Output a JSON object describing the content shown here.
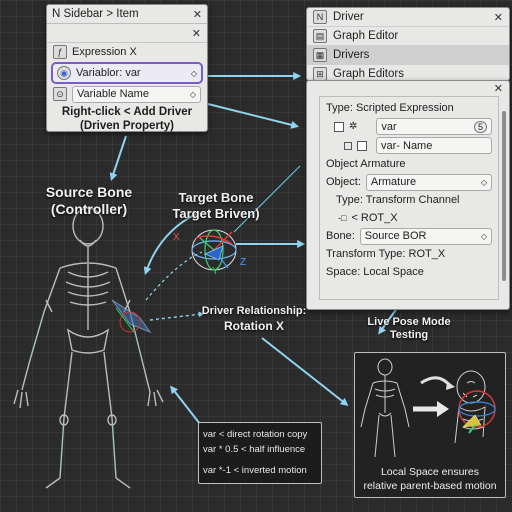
{
  "colors": {
    "accent_purple": "#7a5cc8",
    "arrow_cyan": "#8fd3ee",
    "cyan_lines": "#5fd0e6"
  },
  "sidebar_panel": {
    "title": "N Sidebar > Item",
    "expression_label": "Expression X",
    "variable_field": "Variablor: var",
    "variable_name_field": "Variable Name",
    "note_line1": "Right-click < Add Driver",
    "note_line2": "(Driven Property)"
  },
  "menu_panel": {
    "items": [
      {
        "label": "Driver",
        "icon": "n-icon"
      },
      {
        "label": "Graph Editor",
        "icon": "graph-editor-icon"
      },
      {
        "label": "Drivers",
        "icon": "drivers-icon"
      },
      {
        "label": "Graph Editors",
        "icon": "grid-icon"
      }
    ]
  },
  "driver_panel": {
    "type_label": "Type: Scripted Expression",
    "var_field": "var",
    "var_badge": "5",
    "var_name_field": "var- Name",
    "object_armature_label": "Object Armature",
    "object_label": "Object:",
    "object_value": "Armature",
    "type_transform": "Type: Transform Channel",
    "rot_x": "< ROT_X",
    "bone_label": "Bone:",
    "bone_value": "Source BOR",
    "transform_type": "Transform Type: ROT_X",
    "space": "Space: Local Space"
  },
  "labels": {
    "source_bone_1": "Source Bone",
    "source_bone_2": "(Controller)",
    "target_bone_1": "Target Bone",
    "target_bone_2": "Target Briven)",
    "driver_rel_1": "Driver Relationship:",
    "driver_rel_2": "Rotation X",
    "live_pose_1": "Live Pose Mode",
    "live_pose_2": "Testing",
    "axis_x": "X",
    "axis_y": "Y",
    "axis_z": "Z"
  },
  "expressions_box": {
    "line1": "var < direct rotation copy",
    "line2": "var * 0.5 < half influence",
    "line3": "var *-1 < inverted motion"
  },
  "live_box": {
    "caption1": "Local Space ensures",
    "caption2": "relative parent-based motion"
  }
}
